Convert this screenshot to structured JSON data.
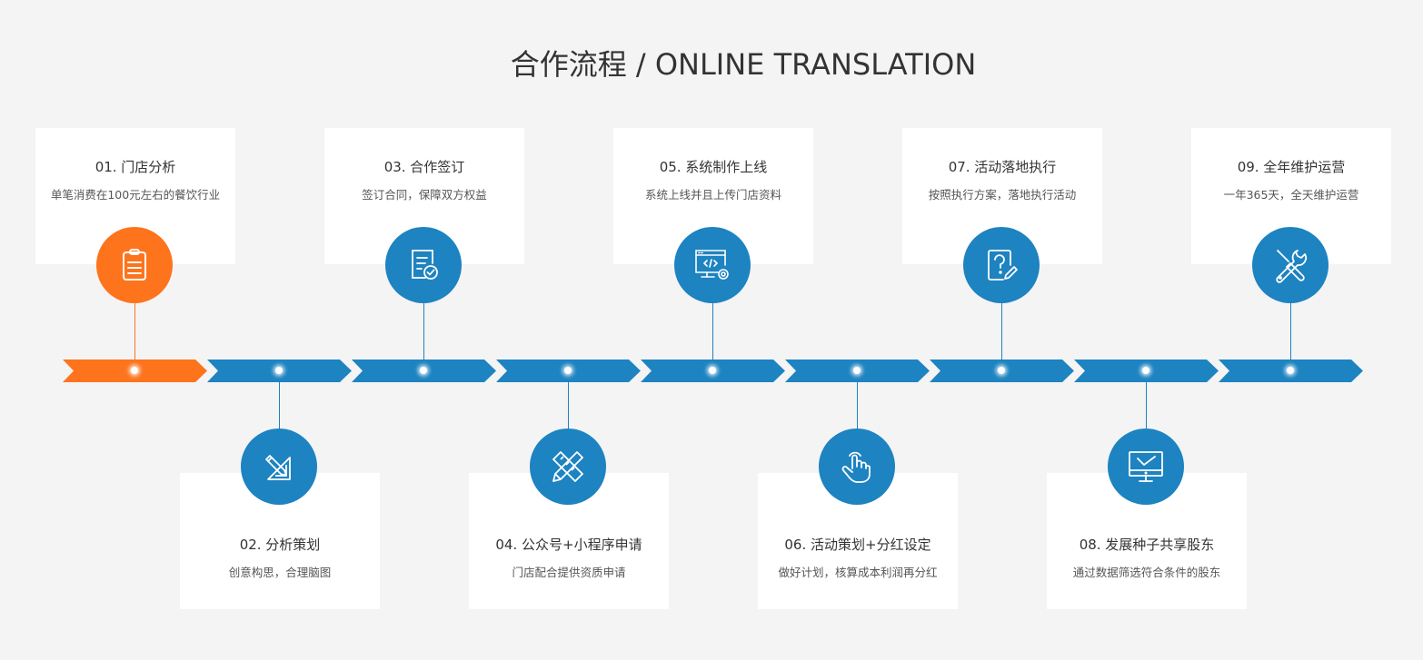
{
  "header": {
    "title": "合作流程 / ONLINE TRANSLATION"
  },
  "colors": {
    "accent_orange": "#fd741d",
    "primary_blue": "#1d83c1",
    "background": "#f4f4f4",
    "card": "#ffffff"
  },
  "steps": [
    {
      "title": "01. 门店分析",
      "desc": "单笔消费在100元左右的餐饮行业",
      "icon": "clipboard-icon",
      "position": "top",
      "color": "#fd741d"
    },
    {
      "title": "02. 分析策划",
      "desc": "创意构思，合理脑图",
      "icon": "design-pencil-icon",
      "position": "bottom",
      "color": "#1d83c1"
    },
    {
      "title": "03. 合作签订",
      "desc": "签订合同，保障双方权益",
      "icon": "contract-check-icon",
      "position": "top",
      "color": "#1d83c1"
    },
    {
      "title": "04. 公众号+小程序申请",
      "desc": "门店配合提供资质申请",
      "icon": "ruler-pencil-icon",
      "position": "bottom",
      "color": "#1d83c1"
    },
    {
      "title": "05. 系统制作上线",
      "desc": "系统上线并且上传门店资料",
      "icon": "monitor-code-gear-icon",
      "position": "top",
      "color": "#1d83c1"
    },
    {
      "title": "06. 活动策划+分红设定",
      "desc": "做好计划，核算成本利润再分红",
      "icon": "hand-tap-icon",
      "position": "bottom",
      "color": "#1d83c1"
    },
    {
      "title": "07. 活动落地执行",
      "desc": "按照执行方案，落地执行活动",
      "icon": "question-note-pen-icon",
      "position": "top",
      "color": "#1d83c1"
    },
    {
      "title": "08. 发展种子共享股东",
      "desc": "通过数据筛选符合条件的股东",
      "icon": "monitor-check-icon",
      "position": "bottom",
      "color": "#1d83c1"
    },
    {
      "title": "09. 全年维护运营",
      "desc": "一年365天，全天维护运营",
      "icon": "tools-wrench-screwdriver-icon",
      "position": "top",
      "color": "#1d83c1"
    }
  ]
}
